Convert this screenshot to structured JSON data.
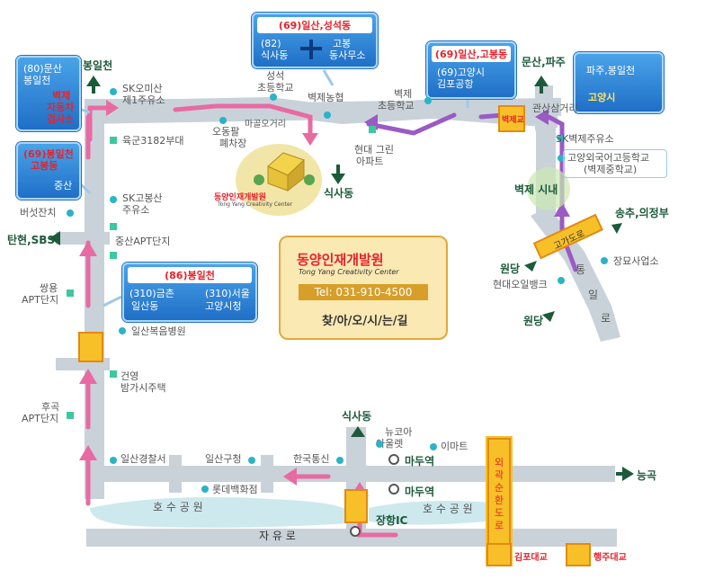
{
  "signs": {
    "top_center": {
      "header": "(69)일산,성석동",
      "left": "(82)",
      "left2": "식사동",
      "right": "고봉",
      "right2": "동사무소"
    },
    "top_right": {
      "header": "(69)일산,고봉동",
      "line1": "(69)고양시",
      "line2": "김포공항"
    },
    "far_right": {
      "line1": "파주,봉일천",
      "line2": "고양시"
    },
    "left_top": {
      "line1": "(80)문산",
      "line2": "봉일천",
      "red1": "벽제",
      "red2": "자동차",
      "red3": "검사소"
    },
    "left_mid": {
      "line1": "(69)봉일천",
      "line2": "고봉동",
      "line3": "중산"
    },
    "center": {
      "header": "(86)봉일천",
      "left1": "(310)금촌",
      "left2": "일산동",
      "right1": "(310)서울",
      "right2": "고양시청"
    }
  },
  "logo": {
    "korean": "동양인재개발원",
    "english": "Tong Yang Creativity Center"
  },
  "center_box": {
    "tel": "Tel: 031-910-4500",
    "route": "찾/아/오/시/는/길"
  },
  "labels": {
    "bongilcheon": "봉일천",
    "munsan_paju": "문산,파주",
    "sk_omisan": "SK오미산",
    "sk_omisan2": "제1주유소",
    "seongseok": "성석",
    "seongseok2": "초등학교",
    "byeokje_nonghyup": "벽제농협",
    "byeokje_school": "벽제",
    "byeokje_school2": "초등학교",
    "gwansan": "관산삼거리",
    "army": "육군3182부대",
    "odongpal": "오동팔",
    "odongpal2": "폐차장",
    "magol": "마골오거리",
    "hyundai": "현대 그린",
    "hyundai2": "아파트",
    "sk_byeokje": "SK벽제주유소",
    "goyang_foreign": "고양외국어고등학교",
    "goyang_foreign2": "(벽제중학교)",
    "siksa": "식사동",
    "mushroom": "버섯잔치",
    "sk_gobong": "SK고봉산",
    "sk_gobong2": "주유소",
    "jungsan_apt": "중산APT단지",
    "byeokje_city": "벽제 시내",
    "songchu": "송추,의정부",
    "godo_road": "고가도로",
    "tong": "통",
    "il": "일",
    "ro": "로",
    "wondang1": "원당",
    "wondang2": "원당",
    "jangsa": "장묘사업소",
    "hyundai_oil": "현대오일뱅크",
    "tanhyeon": "탄현,SBS",
    "ssangyong": "쌍용",
    "ssangyong2": "APT단지",
    "ilsan_hospital": "일산복음병원",
    "geonyoung": "건영",
    "geonyoung2": "밤가시주택",
    "hugok": "후곡",
    "hugok2": "APT단지",
    "ilsan_police": "일산경찰서",
    "ilsan_office": "일산구청",
    "hanguk": "한국통신",
    "lotte": "롯데백화점",
    "siksa2": "식사동",
    "newcore": "뉴코아",
    "newcore2": "아울렛",
    "emart": "이마트",
    "madu1": "마두역",
    "madu2": "마두역",
    "neunggok": "능곡",
    "lake1": "호 수 공 원",
    "lake2": "호 수 공 원",
    "jangang_ic": "장항IC",
    "jayuro": "자 유 로",
    "outer_ring": "외곽순환도로",
    "gimpo_bridge": "김포대교",
    "haengju_bridge": "행주대교",
    "byeokje_gyo": "벽제교"
  },
  "colors": {
    "road": "#c9d2d9",
    "route_pink": "#e86aa3",
    "route_purple": "#9a5bc4",
    "sign_blue": "#2f7fd3",
    "accent_red": "#e8222b",
    "label_green": "#1d5a3a"
  }
}
